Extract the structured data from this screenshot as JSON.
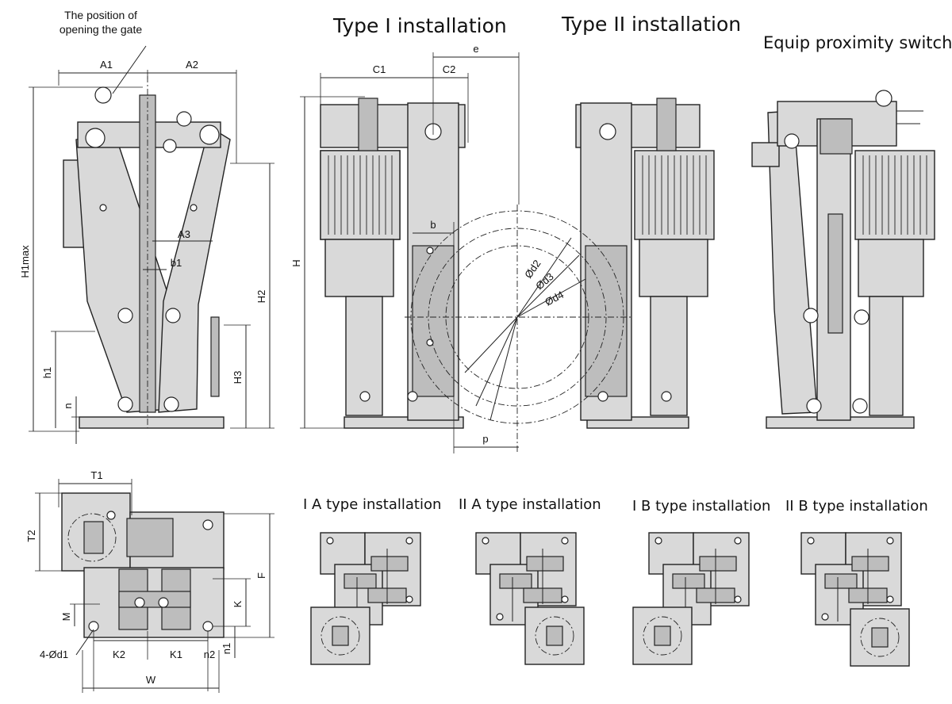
{
  "titles": {
    "type1": "Type I installation",
    "type2": "Type II installation",
    "proximity": "Equip proximity switch",
    "ia": "I A type installation",
    "iia": "II A type installation",
    "ib": "I B type installation",
    "iib": "II B type installation"
  },
  "notes": {
    "gate": [
      "The position of",
      "opening the gate"
    ]
  },
  "dims": {
    "A1": "A1",
    "A2": "A2",
    "A3": "A3",
    "b1": "b1",
    "H1max": "H1max",
    "H2": "H2",
    "H3": "H3",
    "h1": "h1",
    "n": "n",
    "C1": "C1",
    "C2": "C2",
    "e": "e",
    "b": "b",
    "H": "H",
    "p": "p",
    "d2": "Ød2",
    "d3": "Ød3",
    "d4": "Ød4",
    "T1": "T1",
    "T2": "T2",
    "F": "F",
    "K": "K",
    "M": "M",
    "K1": "K1",
    "K2": "K2",
    "n1": "n1",
    "n2": "n2",
    "W": "W",
    "d1": "4-Ød1"
  },
  "colors": {
    "body": "#d9d9d9",
    "line": "#222222",
    "background": "#ffffff"
  }
}
